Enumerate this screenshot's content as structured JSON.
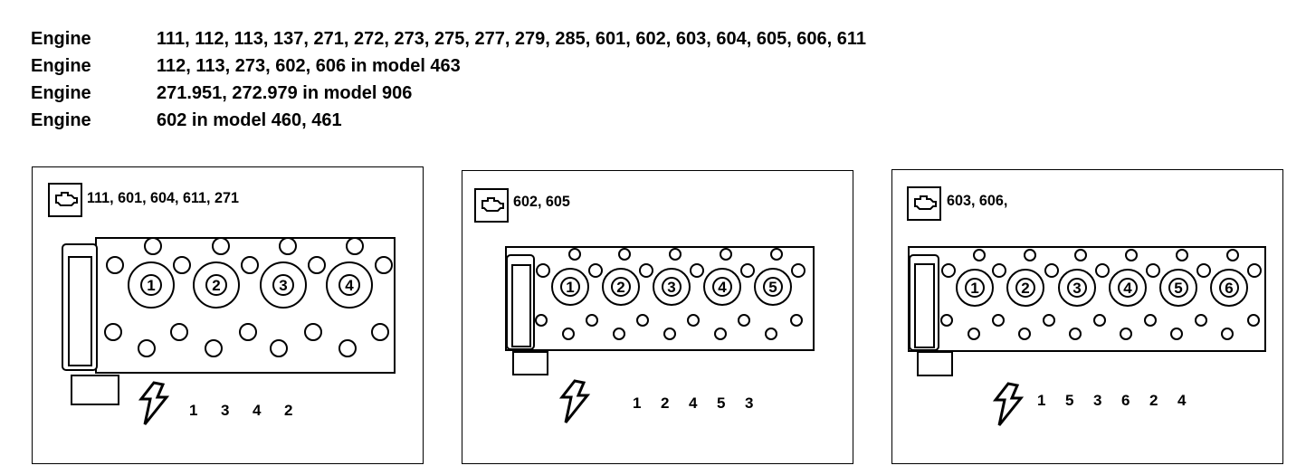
{
  "header": {
    "rows": [
      {
        "label": "Engine",
        "text": "111, 112, 113, 137, 271, 272, 273, 275, 277, 279, 285, 601, 602, 603, 604, 605, 606, 611"
      },
      {
        "label": "Engine",
        "text": "112, 113, 273, 602, 606 in model 463"
      },
      {
        "label": "Engine",
        "text": "271.951, 272.979 in model 906"
      },
      {
        "label": "Engine",
        "text": "602 in model 460, 461"
      }
    ]
  },
  "panels": [
    {
      "title": "111, 601, 604, 611, 271",
      "icon": "engine-icon",
      "cylinders": [
        "1",
        "2",
        "3",
        "4"
      ],
      "firing_order": [
        "1",
        "3",
        "4",
        "2"
      ],
      "ignition_icon": "ignition-bolt-icon"
    },
    {
      "title": "602, 605",
      "icon": "engine-icon",
      "cylinders": [
        "1",
        "2",
        "3",
        "4",
        "5"
      ],
      "firing_order": [
        "1",
        "2",
        "4",
        "5",
        "3"
      ],
      "ignition_icon": "ignition-bolt-icon"
    },
    {
      "title": "603, 606,",
      "icon": "engine-icon",
      "cylinders": [
        "1",
        "2",
        "3",
        "4",
        "5",
        "6"
      ],
      "firing_order": [
        "1",
        "5",
        "3",
        "6",
        "2",
        "4"
      ],
      "ignition_icon": "ignition-bolt-icon"
    }
  ]
}
